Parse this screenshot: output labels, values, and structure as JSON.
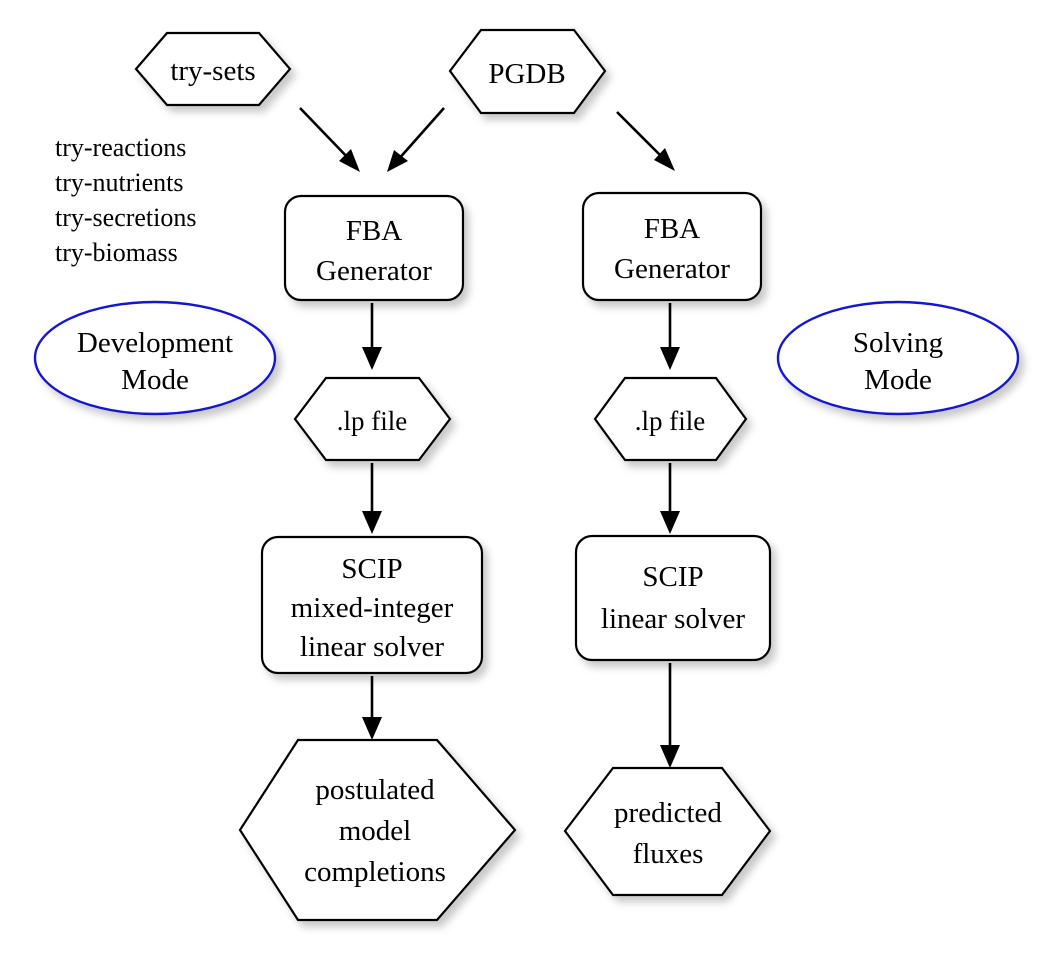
{
  "diagram": {
    "title": "FBA pipeline: Development Mode and Solving Mode",
    "colors": {
      "node_stroke": "#000000",
      "node_fill": "#ffffff",
      "mode_stroke": "#1414cf",
      "text": "#000000",
      "background": "#ffffff"
    },
    "inputs": {
      "try_sets": "try-sets",
      "pgdb": "PGDB"
    },
    "try_set_items": [
      "try-reactions",
      "try-nutrients",
      "try-secretions",
      "try-biomass"
    ],
    "modes": {
      "development": {
        "line1": "Development",
        "line2": "Mode"
      },
      "solving": {
        "line1": "Solving",
        "line2": "Mode"
      }
    },
    "development_branch": {
      "generator": {
        "line1": "FBA",
        "line2": "Generator"
      },
      "lp_file": ".lp file",
      "solver": {
        "line1": "SCIP",
        "line2": "mixed-integer",
        "line3": "linear solver"
      },
      "output": {
        "line1": "postulated",
        "line2": "model",
        "line3": "completions"
      }
    },
    "solving_branch": {
      "generator": {
        "line1": "FBA",
        "line2": "Generator"
      },
      "lp_file": ".lp file",
      "solver": {
        "line1": "SCIP",
        "line2": "linear solver"
      },
      "output": {
        "line1": "predicted",
        "line2": "fluxes"
      }
    }
  }
}
